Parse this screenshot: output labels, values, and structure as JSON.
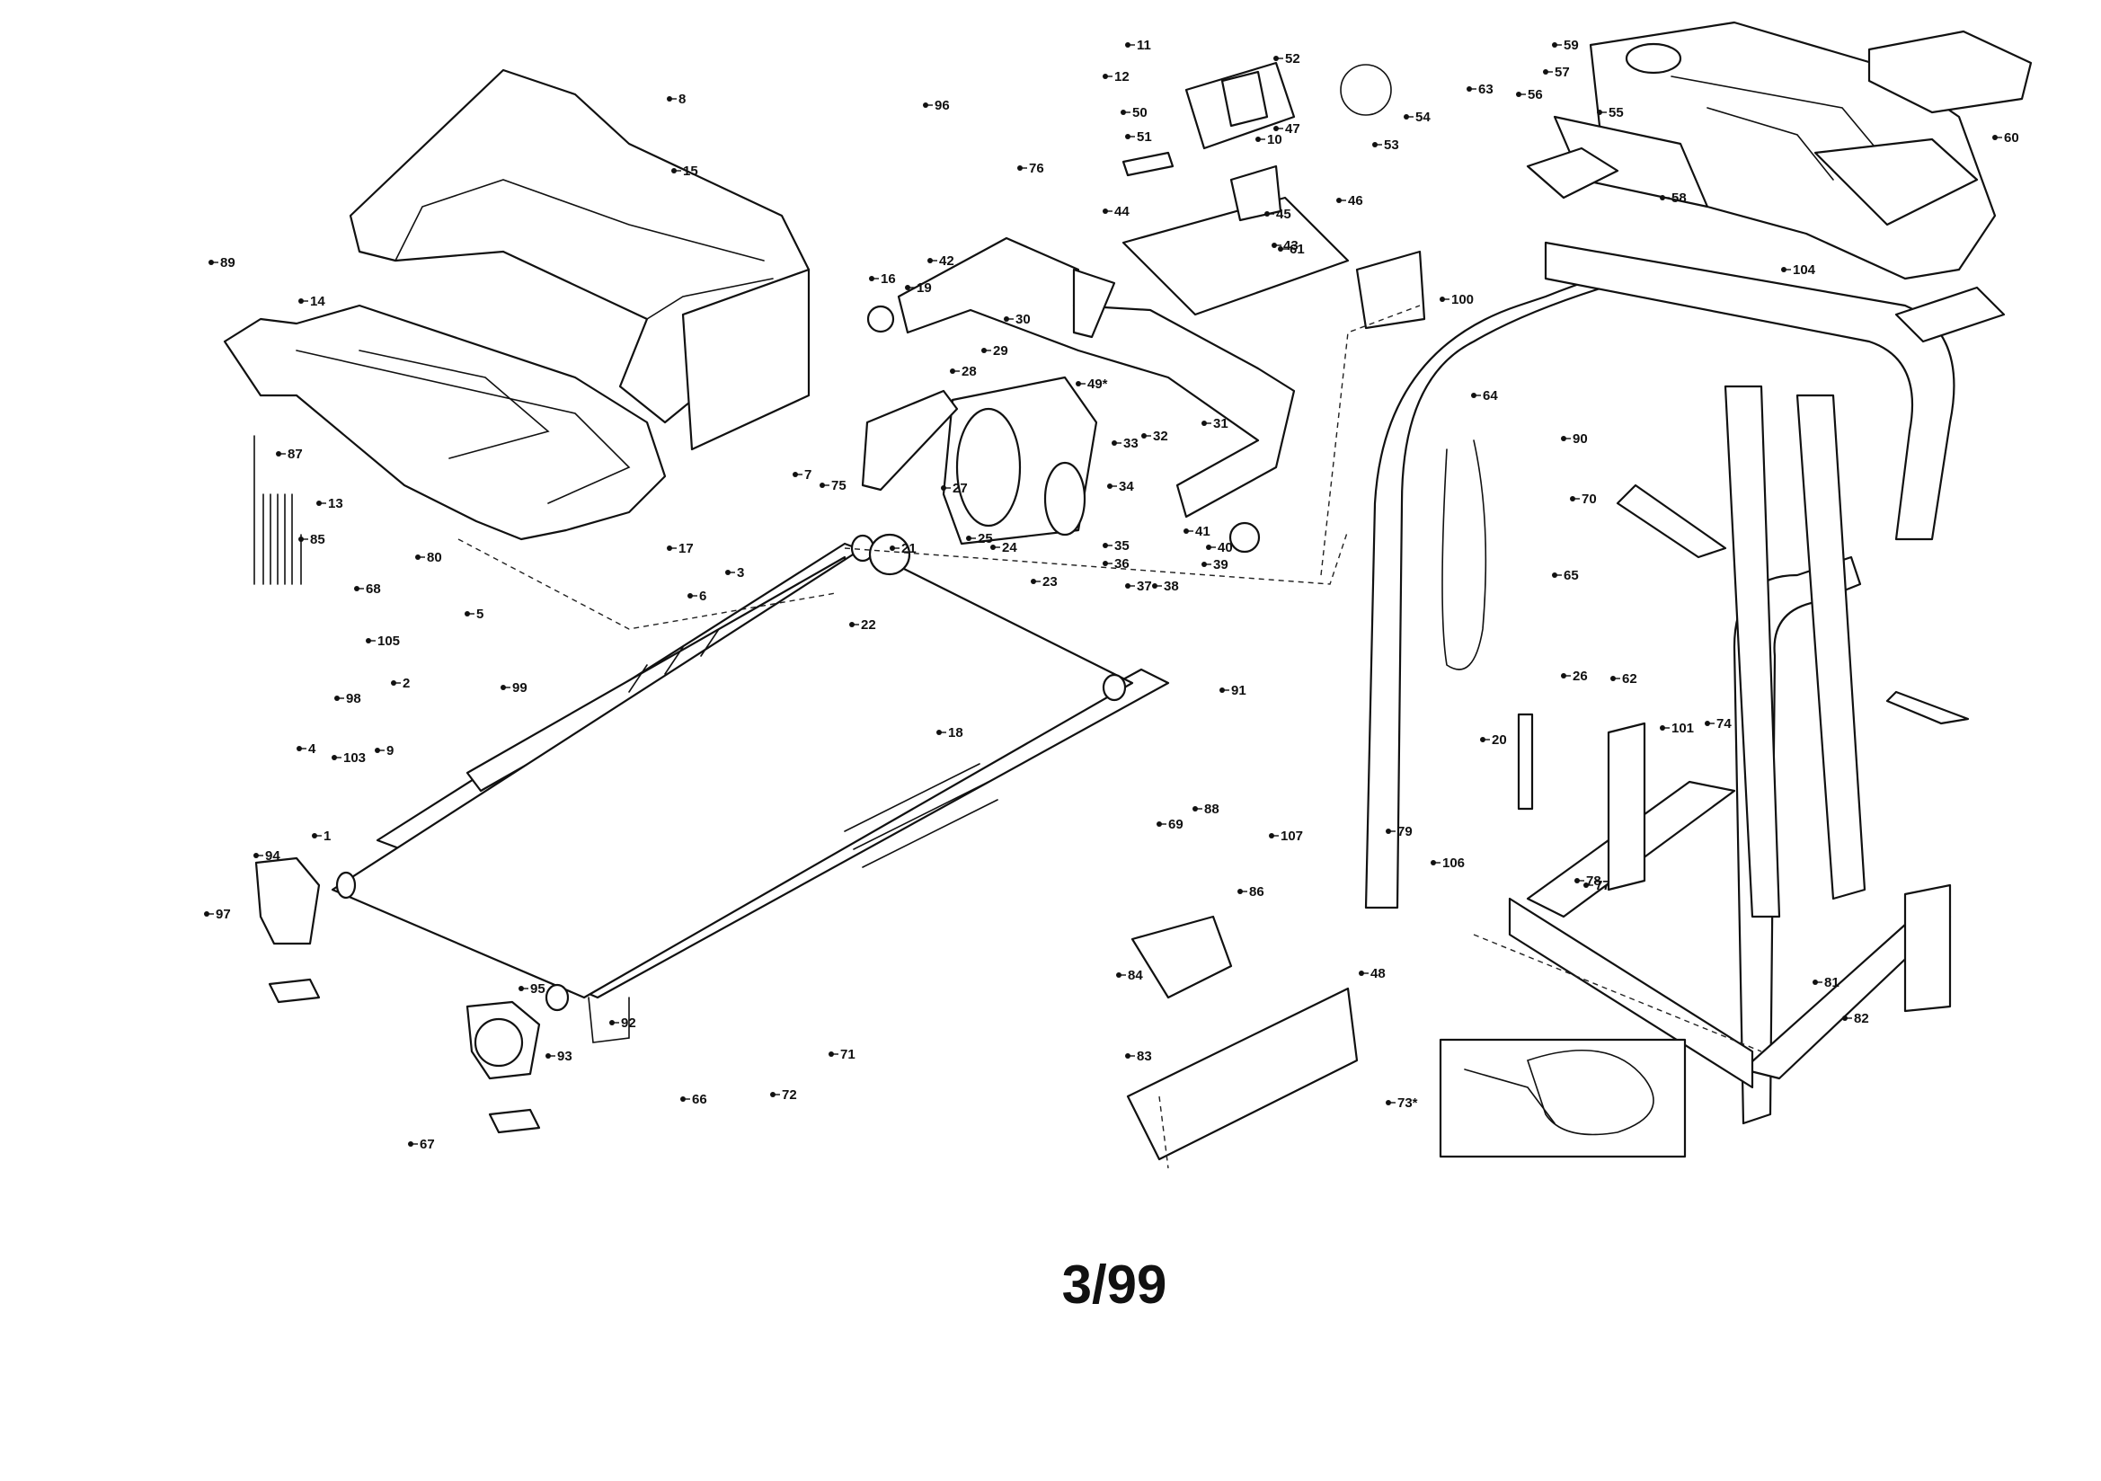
{
  "page": {
    "date_code": "3/99"
  },
  "callouts": [
    "1",
    "2",
    "3",
    "4",
    "5",
    "6",
    "7",
    "8",
    "9",
    "10",
    "11",
    "12",
    "13",
    "14",
    "15",
    "16",
    "17",
    "18",
    "19",
    "20",
    "21",
    "22",
    "23",
    "24",
    "25",
    "26",
    "27",
    "28",
    "29",
    "30",
    "31",
    "32",
    "33",
    "34",
    "35",
    "36",
    "37",
    "38",
    "39",
    "40",
    "41",
    "42",
    "43",
    "44",
    "45",
    "46",
    "47",
    "48",
    "49*",
    "50",
    "51",
    "52",
    "53",
    "54",
    "55",
    "56",
    "57",
    "58",
    "59",
    "60",
    "61",
    "62",
    "63",
    "64",
    "65",
    "66",
    "67",
    "68",
    "69",
    "70",
    "71",
    "72",
    "73*",
    "74",
    "75",
    "76",
    "77",
    "78",
    "79",
    "80",
    "81",
    "82",
    "83",
    "84",
    "85",
    "86",
    "87",
    "88",
    "89",
    "90",
    "91",
    "92",
    "93",
    "94",
    "95",
    "96",
    "97",
    "98",
    "99",
    "100",
    "101",
    "103",
    "104",
    "105",
    "106",
    "107"
  ]
}
